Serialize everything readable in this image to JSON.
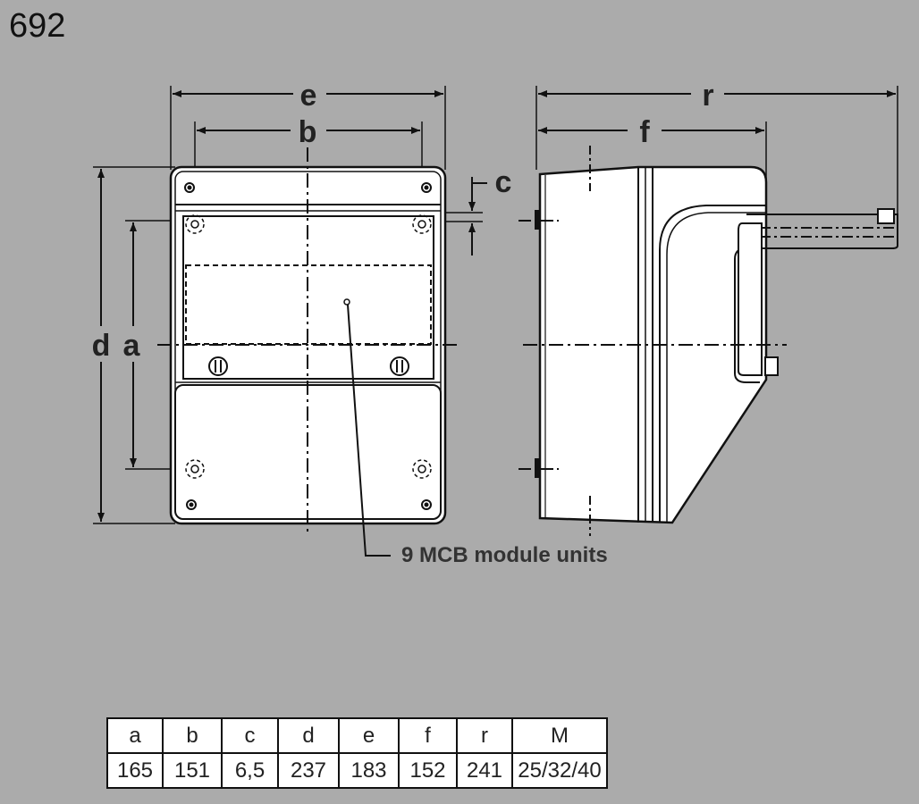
{
  "page_number": "692",
  "dimension_labels": {
    "e": "e",
    "b": "b",
    "c": "c",
    "d": "d",
    "a": "a",
    "r": "r",
    "f": "f"
  },
  "annotation": "9 MCB module units",
  "table": {
    "headers": [
      "a",
      "b",
      "c",
      "d",
      "e",
      "f",
      "r",
      "M"
    ],
    "values": [
      "165",
      "151",
      "6,5",
      "237",
      "183",
      "152",
      "241",
      "25/32/40"
    ]
  }
}
